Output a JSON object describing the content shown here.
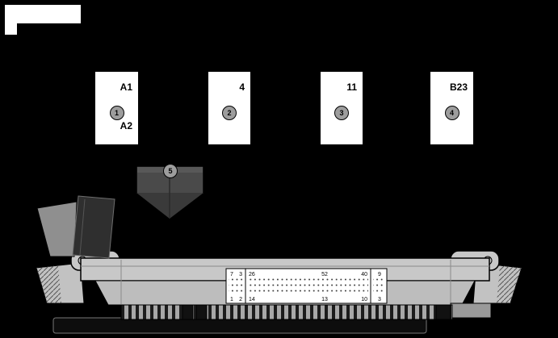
{
  "colors": {
    "background": "#000000",
    "card": "#ffffff",
    "badge": "#9d9d9d",
    "connector_gray": "#c8c8c8",
    "housing_dark": "#4a4a4a"
  },
  "cards": [
    {
      "top_label": "A1",
      "num": "1",
      "bottom_label": "A2"
    },
    {
      "top_label": "4",
      "num": "2"
    },
    {
      "top_label": "11",
      "num": "3"
    },
    {
      "top_label": "B23",
      "num": "4"
    }
  ],
  "callout5": {
    "num": "5"
  },
  "pins": {
    "l_top_1": "7",
    "l_top_2": "3",
    "l_bot_1": "1",
    "l_bot_2": "2",
    "m_top_l": "26",
    "m_top_c": "52",
    "m_top_r": "40",
    "m_bot_l": "14",
    "m_bot_c": "13",
    "m_bot_r": "10",
    "r_top": "9",
    "r_bot": "3"
  }
}
